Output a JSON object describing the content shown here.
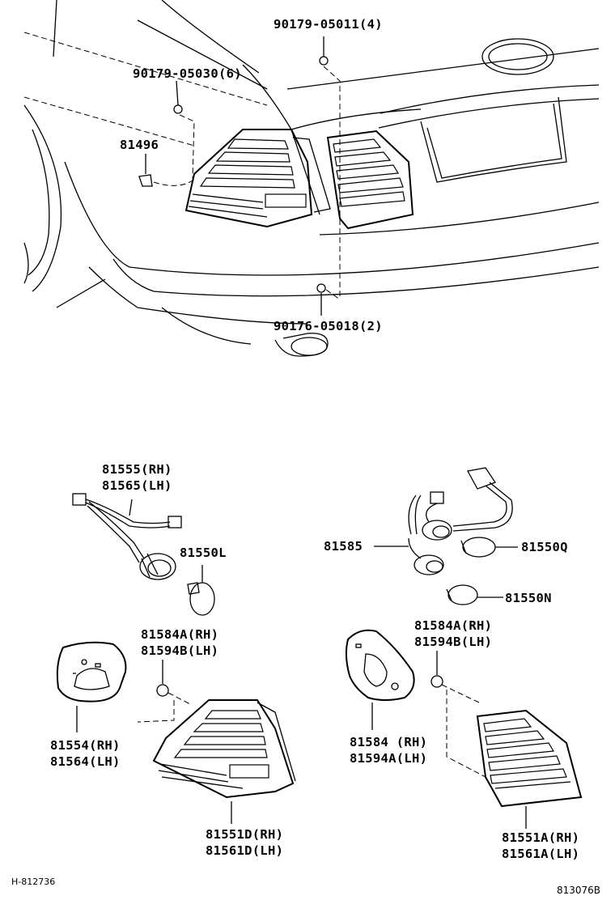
{
  "top_labels": {
    "bolt_a": "90179-05011(4)",
    "bolt_b": "90179-05030(6)",
    "clip": "81496",
    "bolt_c": "90176-05018(2)"
  },
  "parts": {
    "socket_left_line1": "81555(RH)",
    "socket_left_line2": "81565(LH)",
    "bulb_l": "81550L",
    "socket_right": "81585",
    "bulb_q": "81550Q",
    "bulb_n": "81550N",
    "gasket_nut_left_line1": "81584A(RH)",
    "gasket_nut_left_line2": "81594B(LH)",
    "gasket_nut_right_line1": "81584A(RH)",
    "gasket_nut_right_line2": "81594B(LH)",
    "gasket_left_line1": "81554(RH)",
    "gasket_left_line2": "81564(LH)",
    "gasket_right_line1": "81584 (RH)",
    "gasket_right_line2": "81594A(LH)",
    "lamp_left_line1": "81551D(RH)",
    "lamp_left_line2": "81561D(LH)",
    "lamp_right_line1": "81551A(RH)",
    "lamp_right_line2": "81561A(LH)"
  },
  "footer": {
    "left_code": "H-812736",
    "right_code": "813076B"
  }
}
